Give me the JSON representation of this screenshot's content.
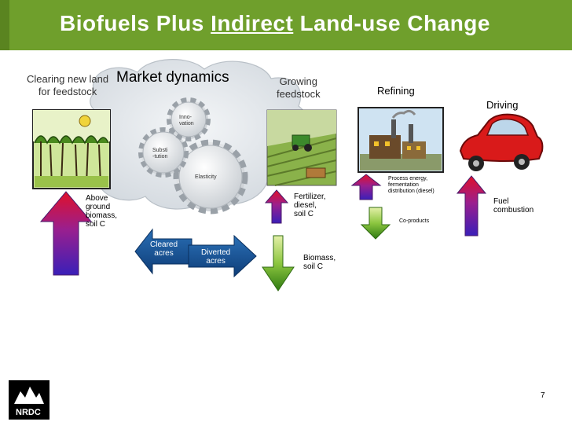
{
  "slide": {
    "title_pre": "Biofuels Plus ",
    "title_underlined": "Indirect",
    "title_post": " Land-use Change",
    "page_number": "7",
    "accent": "#6f9f2c"
  },
  "stages": {
    "clearing": "Clearing new land\nfor feedstock",
    "market": "Market dynamics",
    "growing": "Growing\nfeedstock",
    "refining": "Refining",
    "driving": "Driving"
  },
  "gears": {
    "innovation": "Inno-\nvation",
    "substitution": "Substi\n-tution",
    "elasticity": "Elasticity"
  },
  "flows": {
    "above_ground": "Above\nground\nbiomass,\nsoil C",
    "cleared_acres": "Cleared\nacres",
    "diverted_acres": "Diverted\nacres",
    "fertilizer": "Fertilizer,\ndiesel,\nsoil C",
    "biomass": "Biomass,\nsoil C",
    "process_energy": "Process energy,\nfermentation\ndistribution (diesel)",
    "coproducts": "Co-products",
    "fuel_combustion": "Fuel\ncombustion"
  },
  "logo": {
    "text": "NRDC",
    "subtext": ""
  }
}
